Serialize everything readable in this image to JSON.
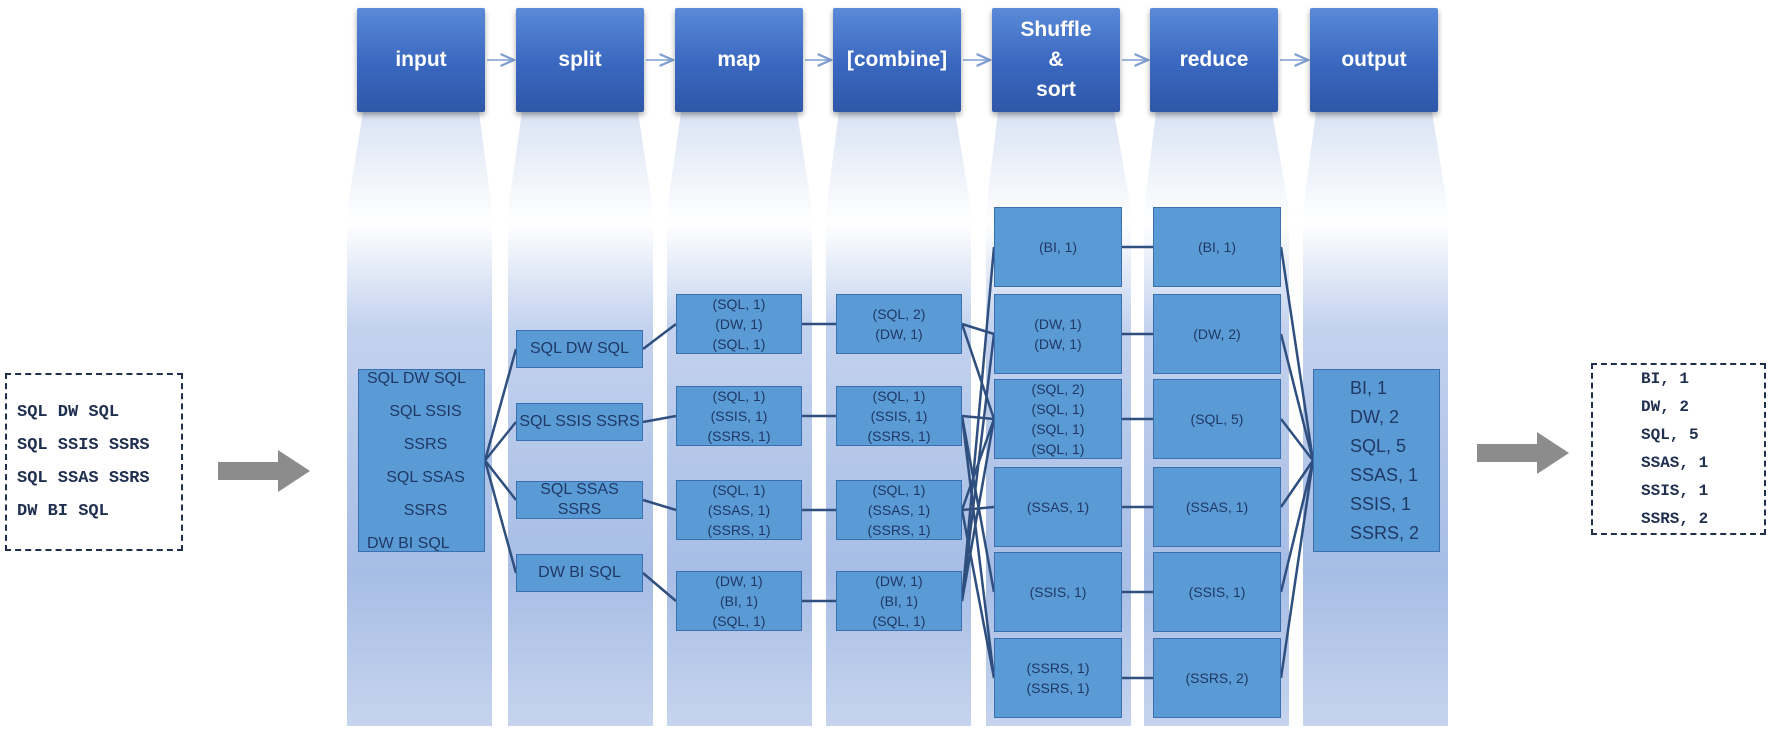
{
  "input_terminal": [
    "SQL DW SQL",
    "SQL SSIS SSRS",
    "SQL SSAS SSRS",
    "DW BI SQL"
  ],
  "output_terminal": [
    "BI, 1",
    "DW, 2",
    "SQL, 5",
    "SSAS, 1",
    "SSIS, 1",
    "SSRS, 2"
  ],
  "stages": [
    "input",
    "split",
    "map",
    "[combine]",
    "Shuffle\n&\nsort",
    "reduce",
    "output"
  ],
  "input_block": [
    "SQL DW SQL",
    "SQL SSIS SSRS",
    "SQL SSAS SSRS",
    "DW BI SQL"
  ],
  "split_blocks": [
    "SQL DW SQL",
    "SQL SSIS SSRS",
    "SQL SSAS SSRS",
    "DW BI SQL"
  ],
  "map_blocks": [
    [
      "(SQL, 1)",
      "(DW, 1)",
      "(SQL, 1)"
    ],
    [
      "(SQL, 1)",
      "(SSIS, 1)",
      "(SSRS, 1)"
    ],
    [
      "(SQL, 1)",
      "(SSAS, 1)",
      "(SSRS, 1)"
    ],
    [
      "(DW, 1)",
      "(BI, 1)",
      "(SQL, 1)"
    ]
  ],
  "combine_blocks": [
    [
      "(SQL, 2)",
      "(DW, 1)"
    ],
    [
      "(SQL, 1)",
      "(SSIS, 1)",
      "(SSRS, 1)"
    ],
    [
      "(SQL, 1)",
      "(SSAS, 1)",
      "(SSRS, 1)"
    ],
    [
      "(DW, 1)",
      "(BI, 1)",
      "(SQL, 1)"
    ]
  ],
  "shuffle_blocks": [
    [
      "(BI, 1)"
    ],
    [
      "(DW, 1)",
      "(DW, 1)"
    ],
    [
      "(SQL, 2)",
      "(SQL, 1)",
      "(SQL, 1)",
      "(SQL, 1)"
    ],
    [
      "(SSAS, 1)"
    ],
    [
      "(SSIS, 1)"
    ],
    [
      "(SSRS, 1)",
      "(SSRS, 1)"
    ]
  ],
  "reduce_blocks": [
    "(BI, 1)",
    "(DW, 2)",
    "(SQL, 5)",
    "(SSAS, 1)",
    "(SSIS, 1)",
    "(SSRS, 2)"
  ],
  "output_block": [
    "BI, 1",
    "DW, 2",
    "SQL, 5",
    "SSAS, 1",
    "SSIS, 1",
    "SSRS, 2"
  ],
  "colors": {
    "header_blue": "#3a67bf",
    "node_fill": "#5b9bd5",
    "node_text": "#1f3864",
    "connector": "#2f4f7f",
    "arrow_gray": "#8c8c8c",
    "dash_border": "#1f2f4f"
  }
}
